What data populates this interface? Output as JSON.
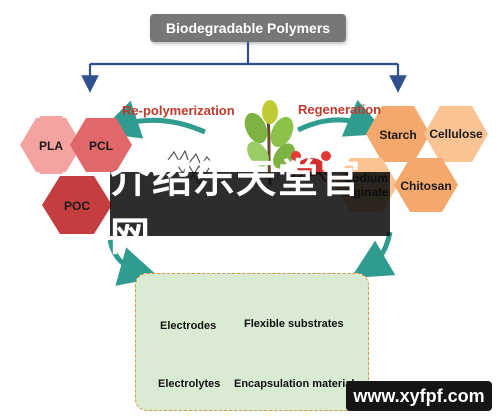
{
  "title": "Biodegradable Polymers",
  "left_arrow_label": "Re-polymerization",
  "right_arrow_label": "Regeneration",
  "synthetic_polymers": [
    "PLA",
    "PCL",
    "POC"
  ],
  "natural_polymers": [
    "Starch",
    "Cellulose",
    "Sodium alginate",
    "Chitosan"
  ],
  "applications": {
    "electrodes": "Electrodes",
    "flexible_substrates": "Flexible substrates",
    "electrolytes": "Electrolytes",
    "encapsulation": "Encapsulation materials"
  },
  "watermark_text": "介绍乐天堂官网",
  "site_url": "www.xyfpf.com",
  "colors": {
    "synthetic_hex": "#e0676a",
    "synthetic_hex_light": "#f4a3a1",
    "natural_hex": "#f5a86b",
    "natural_hex_light": "#f9c394",
    "arrow_teal": "#2f9c8f",
    "tree_blue": "#2f4f8f",
    "panel_bg": "#d9ecd3"
  }
}
